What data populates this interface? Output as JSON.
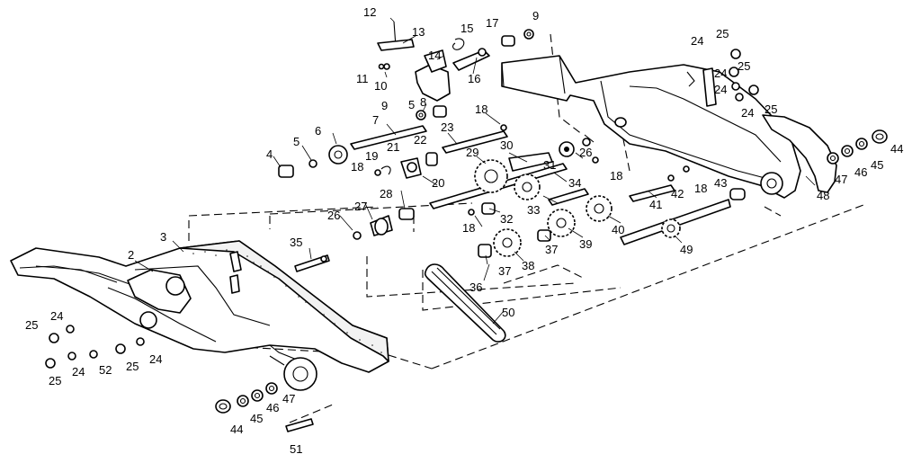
{
  "callouts": [
    {
      "id": "c12",
      "text": "12"
    },
    {
      "id": "c13",
      "text": "13"
    },
    {
      "id": "c15",
      "text": "15"
    },
    {
      "id": "c17",
      "text": "17"
    },
    {
      "id": "c9a",
      "text": "9"
    },
    {
      "id": "c14",
      "text": "14"
    },
    {
      "id": "c11",
      "text": "11"
    },
    {
      "id": "c10",
      "text": "10"
    },
    {
      "id": "c16",
      "text": "16"
    },
    {
      "id": "c9b",
      "text": "9"
    },
    {
      "id": "c8",
      "text": "8"
    },
    {
      "id": "c5a",
      "text": "5"
    },
    {
      "id": "c7",
      "text": "7"
    },
    {
      "id": "c6",
      "text": "6"
    },
    {
      "id": "c5b",
      "text": "5"
    },
    {
      "id": "c4",
      "text": "4"
    },
    {
      "id": "c23",
      "text": "23"
    },
    {
      "id": "c18a",
      "text": "18"
    },
    {
      "id": "c22",
      "text": "22"
    },
    {
      "id": "c21",
      "text": "21"
    },
    {
      "id": "c29",
      "text": "29"
    },
    {
      "id": "c30",
      "text": "30"
    },
    {
      "id": "c19",
      "text": "19"
    },
    {
      "id": "c18b",
      "text": "18"
    },
    {
      "id": "c20",
      "text": "20"
    },
    {
      "id": "c31",
      "text": "31"
    },
    {
      "id": "c26a",
      "text": "26"
    },
    {
      "id": "c18c",
      "text": "18"
    },
    {
      "id": "c34",
      "text": "34"
    },
    {
      "id": "c28",
      "text": "28"
    },
    {
      "id": "c27",
      "text": "27"
    },
    {
      "id": "c26b",
      "text": "26"
    },
    {
      "id": "c33",
      "text": "33"
    },
    {
      "id": "c18d",
      "text": "18"
    },
    {
      "id": "c32",
      "text": "32"
    },
    {
      "id": "c41",
      "text": "41"
    },
    {
      "id": "c42",
      "text": "42"
    },
    {
      "id": "c18e",
      "text": "18"
    },
    {
      "id": "c43",
      "text": "43"
    },
    {
      "id": "c40",
      "text": "40"
    },
    {
      "id": "c39",
      "text": "39"
    },
    {
      "id": "c37a",
      "text": "37"
    },
    {
      "id": "c38",
      "text": "38"
    },
    {
      "id": "c37b",
      "text": "37"
    },
    {
      "id": "c36",
      "text": "36"
    },
    {
      "id": "c49",
      "text": "49"
    },
    {
      "id": "c35",
      "text": "35"
    },
    {
      "id": "c3",
      "text": "3"
    },
    {
      "id": "c2",
      "text": "2"
    },
    {
      "id": "c50",
      "text": "50"
    },
    {
      "id": "c24a",
      "text": "24"
    },
    {
      "id": "c25a",
      "text": "25"
    },
    {
      "id": "c24b",
      "text": "24"
    },
    {
      "id": "c25b",
      "text": "25"
    },
    {
      "id": "c24c",
      "text": "24"
    },
    {
      "id": "c25c",
      "text": "25"
    },
    {
      "id": "c24d",
      "text": "24"
    },
    {
      "id": "c48",
      "text": "48"
    },
    {
      "id": "c47a",
      "text": "47"
    },
    {
      "id": "c46a",
      "text": "46"
    },
    {
      "id": "c45a",
      "text": "45"
    },
    {
      "id": "c44a",
      "text": "44"
    },
    {
      "id": "c25d",
      "text": "25"
    },
    {
      "id": "c24e",
      "text": "24"
    },
    {
      "id": "c25e",
      "text": "25"
    },
    {
      "id": "c24f",
      "text": "24"
    },
    {
      "id": "c52",
      "text": "52"
    },
    {
      "id": "c25f",
      "text": "25"
    },
    {
      "id": "c24g",
      "text": "24"
    },
    {
      "id": "c47b",
      "text": "47"
    },
    {
      "id": "c46b",
      "text": "46"
    },
    {
      "id": "c45b",
      "text": "45"
    },
    {
      "id": "c44b",
      "text": "44"
    },
    {
      "id": "c51",
      "text": "51"
    }
  ]
}
